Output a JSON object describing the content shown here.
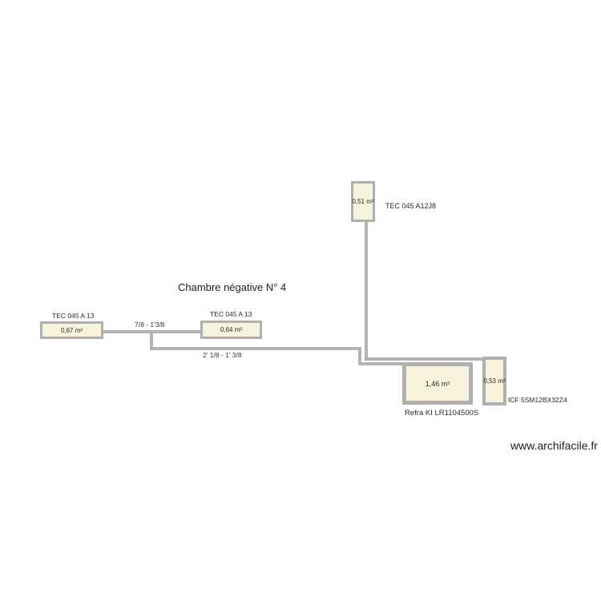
{
  "page": {
    "watermark": "www.archifacile.fr"
  },
  "plan": {
    "title": "Chambre négative N° 4",
    "colors": {
      "pipe": "#b3b3b3",
      "box_border": "#b0b0b0",
      "box_fill": "#f7f3dc",
      "text": "#2a2a2a"
    },
    "components": [
      {
        "area": "0,51 m²",
        "label": "TEC 045 A12J8"
      },
      {
        "area": "0,67 m²",
        "label": "TEC 045 A 13"
      },
      {
        "area": "0,64 m²",
        "label": "TEC 045 A 13"
      },
      {
        "area": "1,46 m²",
        "label": "Refra KI LR1104500S"
      },
      {
        "area": "0,53 m²",
        "label": "ICF 5SM12BX32Z4"
      }
    ],
    "pipe_labels": [
      {
        "text": "7/8 - 1'3/8"
      },
      {
        "text": "2' 1/8 - 1' 3/8"
      }
    ]
  }
}
